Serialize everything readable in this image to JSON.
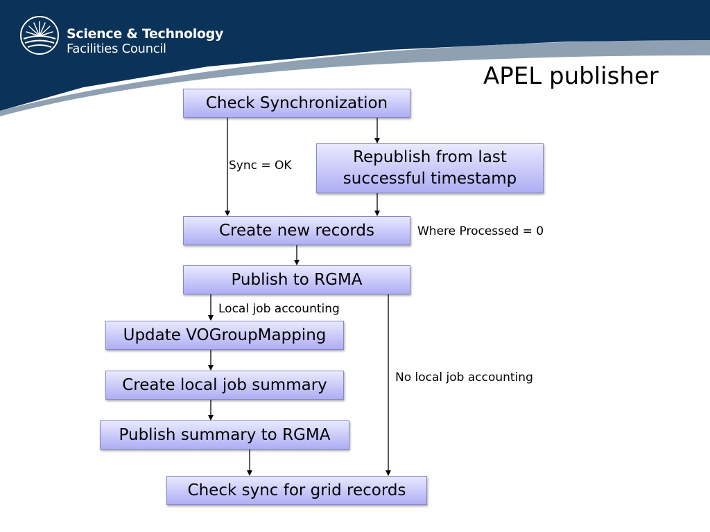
{
  "header": {
    "org_line1": "Science & Technology",
    "org_line2": "Facilities Council",
    "logo_icon": "stfc-sunburst-logo-icon",
    "band_color": "#0b3259",
    "swoosh_color": "#8fa0b3"
  },
  "slide": {
    "title": "APEL publisher"
  },
  "flow": {
    "check_sync": "Check Synchronization",
    "republish_line1": "Republish from last",
    "republish_line2": "successful timestamp",
    "create_records": "Create new records",
    "publish_rgma": "Publish to RGMA",
    "update_vo": "Update VOGroupMapping",
    "create_summary": "Create local job summary",
    "publish_summary": "Publish summary to RGMA",
    "check_grid": "Check sync for grid records"
  },
  "labels": {
    "sync_ok": "Sync = OK",
    "where_processed": "Where Processed = 0",
    "local_accounting": "Local job accounting",
    "no_local_accounting": "No local job accounting"
  },
  "colors": {
    "box_top": "#e9e9ff",
    "box_bottom": "#aeaef4",
    "box_border": "#8787c9"
  }
}
